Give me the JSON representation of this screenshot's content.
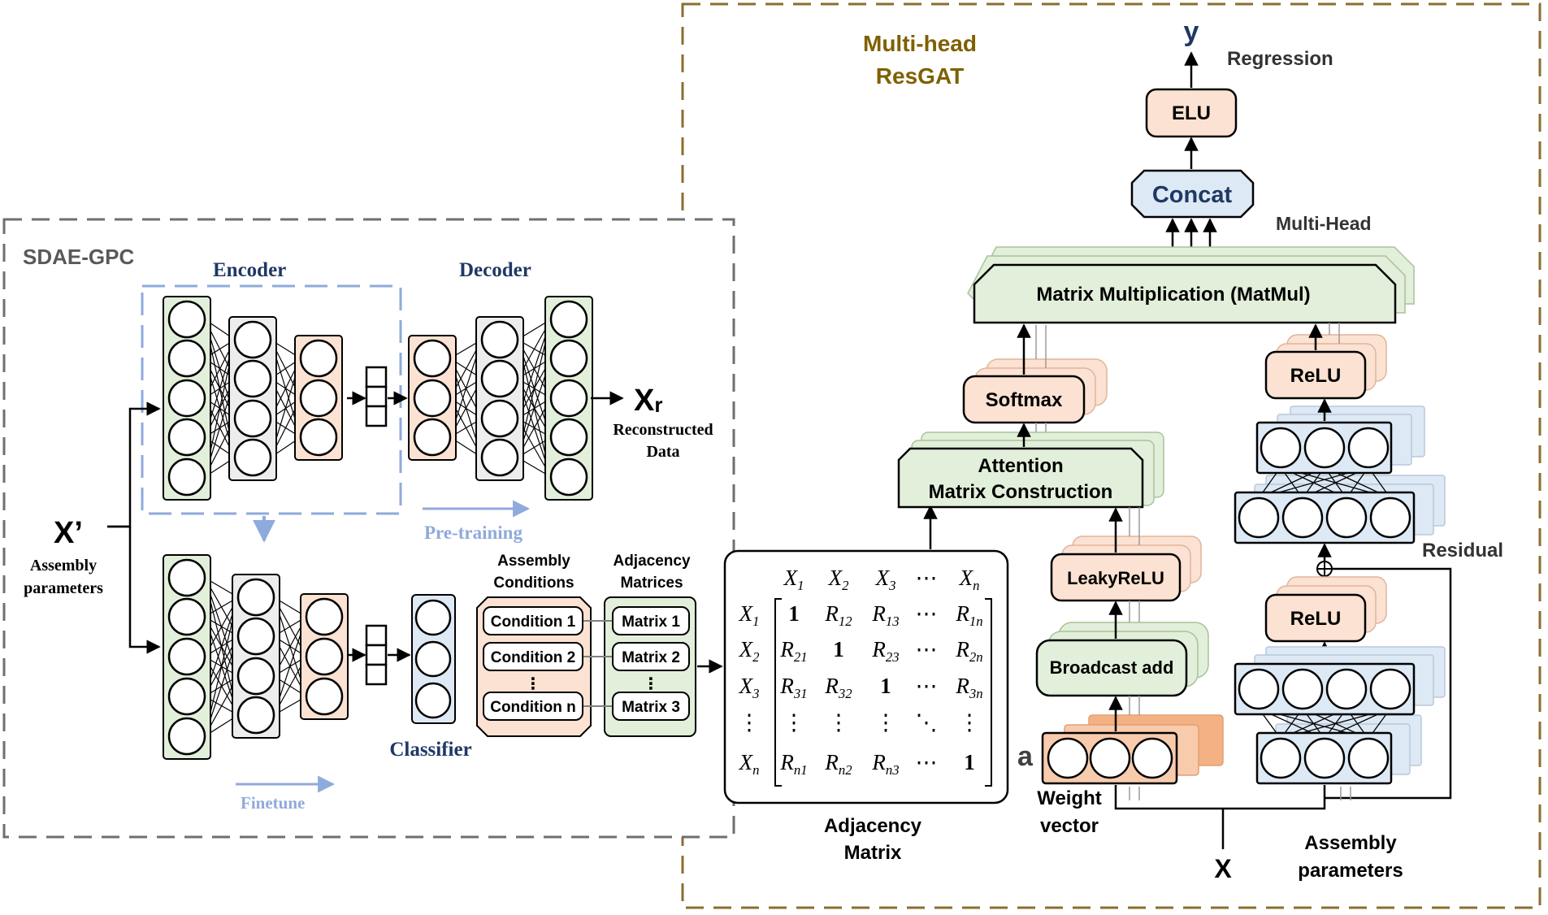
{
  "colors": {
    "green_fill": "#e2efda",
    "green_stroke": "#7f9f6f",
    "gray_fill": "#ededed",
    "peach_fill": "#fbe2d2",
    "blue_fill": "#dde9f4",
    "olive_border": "#8c6d2f",
    "gray_border": "#6f6f6f",
    "blue_dashed": "#8eaadb",
    "label_navy": "#1f3864",
    "pretrain_blue": "#8faadc",
    "title_olive": "#7f6000"
  },
  "sdae": {
    "title": "SDAE-GPC",
    "encoder_label": "Encoder",
    "decoder_label": "Decoder",
    "pretraining_label": "Pre-training",
    "finetune_label": "Finetune",
    "classifier_label": "Classifier",
    "input_symbol": "X’",
    "input_caption_1": "Assembly",
    "input_caption_2": "parameters",
    "output_symbol": "X",
    "output_subscript": "r",
    "output_caption_1": "Reconstructed",
    "output_caption_2": "Data",
    "conditions_header_1": "Assembly",
    "conditions_header_2": "Conditions",
    "matrices_header_1": "Adjacency",
    "matrices_header_2": "Matrices",
    "conditions": [
      "Condition 1",
      "Condition 2",
      "Condition n"
    ],
    "matrices": [
      "Matrix 1",
      "Matrix 2",
      "Matrix 3"
    ],
    "ellipsis": "⋮"
  },
  "adjacency": {
    "col_headers": [
      "X1",
      "X2",
      "X3",
      "⋯",
      "Xn"
    ],
    "row_headers": [
      "X1",
      "X2",
      "X3",
      "⋮",
      "Xn"
    ],
    "rows": [
      [
        "1",
        "R12",
        "R13",
        "⋯",
        "R1n"
      ],
      [
        "R21",
        "1",
        "R23",
        "⋯",
        "R2n"
      ],
      [
        "R31",
        "R32",
        "1",
        "⋯",
        "R3n"
      ],
      [
        "⋮",
        "⋮",
        "⋮",
        "⋱",
        "⋮"
      ],
      [
        "Rn1",
        "Rn2",
        "Rn3",
        "⋯",
        "1"
      ]
    ],
    "caption_1": "Adjacency",
    "caption_2": "Matrix"
  },
  "resgat": {
    "title_1": "Multi-head",
    "title_2": "ResGAT",
    "output_symbol": "y",
    "regression_label": "Regression",
    "elu_label": "ELU",
    "concat_label": "Concat",
    "multihead_label": "Multi-Head",
    "matmul_label": "Matrix Multiplication (MatMul)",
    "softmax_label": "Softmax",
    "relu_top_label": "ReLU",
    "attention_label_1": "Attention",
    "attention_label_2": "Matrix Construction",
    "leakyrelu_label": "LeakyReLU",
    "broadcast_label": "Broadcast add",
    "residual_label": "Residual",
    "relu_bottom_label": "ReLU",
    "a_label": "a",
    "weight_label_1": "Weight",
    "weight_label_2": "vector",
    "input_symbol": "X",
    "assembly_label_1": "Assembly",
    "assembly_label_2": "parameters"
  }
}
